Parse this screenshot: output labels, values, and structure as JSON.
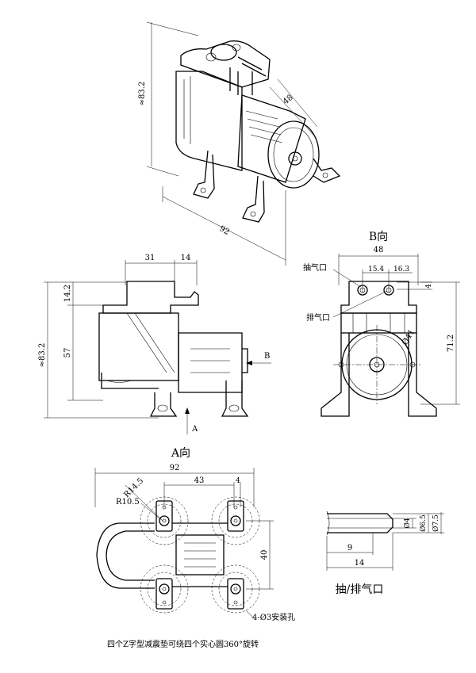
{
  "iso": {
    "dim_height": "≈83.2",
    "dim_depth": "48",
    "dim_width": "92"
  },
  "front": {
    "title": "A向",
    "dim_31": "31",
    "dim_14": "14",
    "dim_142": "14.2",
    "dim_57": "57",
    "dim_832": "≈83.2",
    "arrow_a": "A",
    "arrow_b": "B"
  },
  "side": {
    "title": "B向",
    "dim_48": "48",
    "dim_154": "15.4",
    "dim_163": "16.3",
    "dim_4": "4",
    "dim_712": "71.2",
    "dim_d41": "Ø41",
    "label_intake": "抽气口",
    "label_exhaust": "排气口"
  },
  "bottom": {
    "dim_92": "92",
    "dim_43": "43",
    "dim_4": "4",
    "dim_r145": "R14.5",
    "dim_r105": "R10.5",
    "dim_40": "40",
    "holes": "4-Ø3安装孔"
  },
  "port": {
    "title": "抽/排气口",
    "dim_d4": "Ø4",
    "dim_d65": "Ø6.5",
    "dim_d75": "Ø7.5",
    "dim_9": "9",
    "dim_14": "14"
  },
  "note": "四个Z字型减震垫可绕四个实心圆360°旋转"
}
